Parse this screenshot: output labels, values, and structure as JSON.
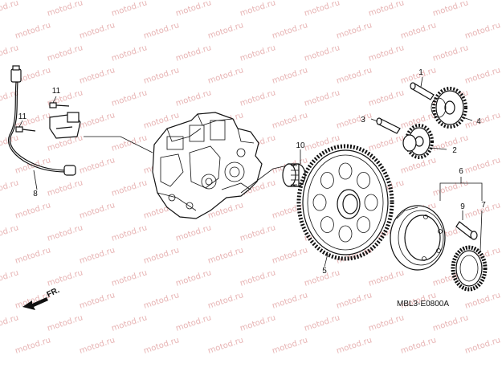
{
  "watermark": "motod.ru",
  "diagram_code": "MBL3-E0800A",
  "front_label": "FR.",
  "callouts": {
    "p1": "1",
    "p2": "2",
    "p3": "3",
    "p4": "4",
    "p5": "5",
    "p6": "6",
    "p7": "7",
    "p8": "8",
    "p9": "9",
    "p10": "10",
    "p11a": "11",
    "p11b": "11"
  }
}
